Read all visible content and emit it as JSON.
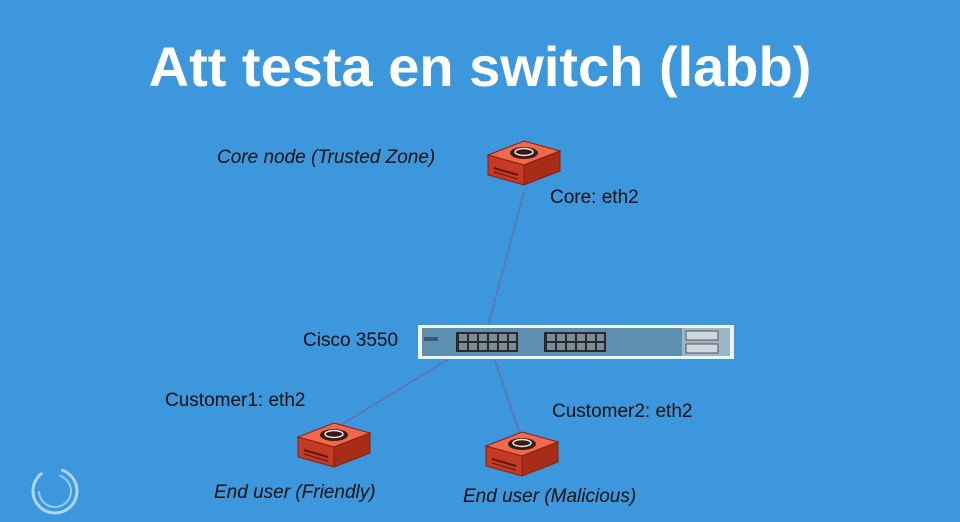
{
  "slide": {
    "title": "Att testa en switch (labb)"
  },
  "nodes": {
    "core": {
      "caption": "Core node (Trusted Zone)",
      "interface": "Core: eth2"
    },
    "switch": {
      "caption": "Cisco 3550"
    },
    "customer1": {
      "interface": "Customer1: eth2",
      "caption": "End user (Friendly)"
    },
    "customer2": {
      "interface": "Customer2: eth2",
      "caption": "End user (Malicious)"
    }
  },
  "colors": {
    "background": "#3d97dd",
    "title": "#ffffff",
    "router_body": "#d8432a",
    "link": "#5a79b8"
  },
  "icons": {
    "core_device": "router-icon",
    "switch_device": "switch-icon",
    "customer1_device": "router-icon",
    "customer2_device": "router-icon",
    "corner_logo": "circle-logo-icon"
  }
}
